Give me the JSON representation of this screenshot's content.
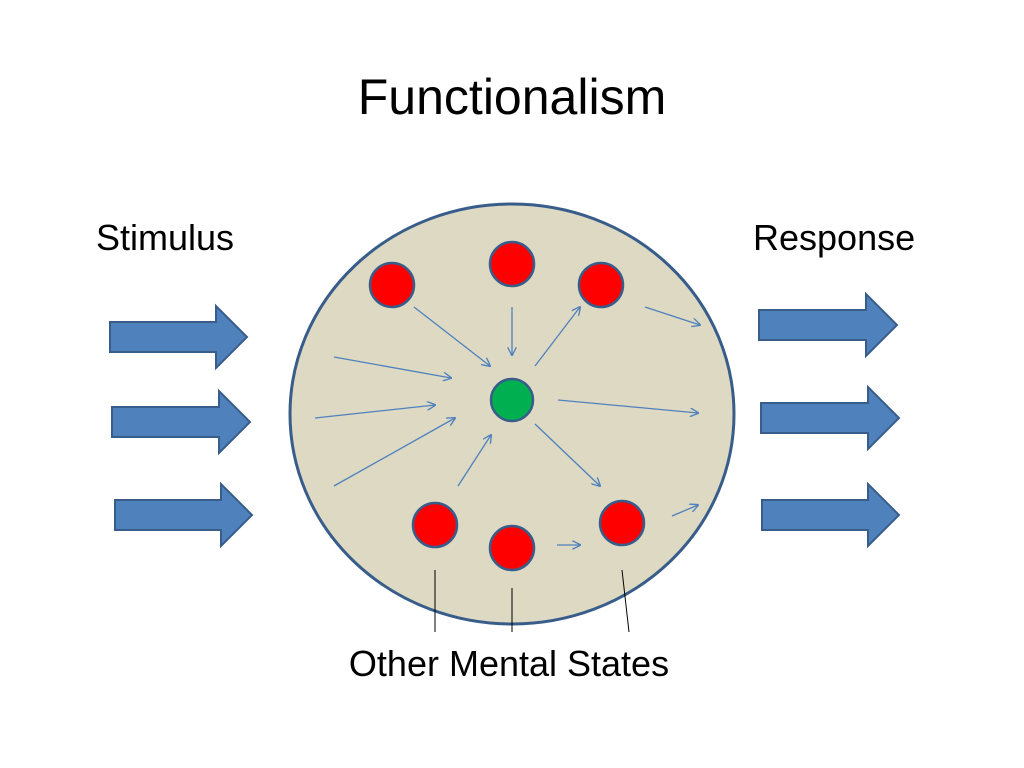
{
  "slide": {
    "title": "Functionalism",
    "stimulus_label": "Stimulus",
    "response_label": "Response",
    "other_states_label": "Other Mental States"
  },
  "colors": {
    "block_arrow_fill": "#4f81bd",
    "block_arrow_stroke": "#385d8a",
    "circle_fill": "#ddd9c3",
    "circle_stroke": "#385d8a",
    "red_state": "#ff0000",
    "green_state": "#00b050",
    "state_stroke": "#385d8a",
    "thin_arrow": "#4f81bd",
    "leader_line": "#000000"
  }
}
